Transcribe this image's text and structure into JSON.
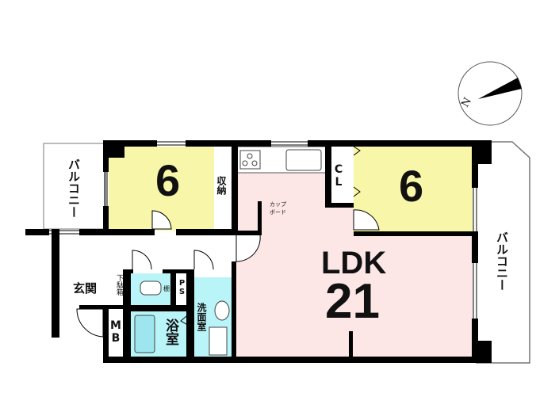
{
  "floor_plan": {
    "rooms": {
      "western_room_left": {
        "size": "6"
      },
      "western_room_right": {
        "size": "6"
      },
      "ldk": {
        "label": "LDK",
        "size": "21"
      },
      "storage": {
        "label": "収納"
      },
      "closet": {
        "label": "CL"
      },
      "cupboard": {
        "label_line1": "カップ",
        "label_line2": "ボード"
      },
      "entrance": {
        "label": "玄関"
      },
      "shoe_box": {
        "label": "下駄箱"
      },
      "toilet_shelf": {
        "label": "棚"
      },
      "pipe_space": {
        "label": "PS"
      },
      "washroom": {
        "label": "洗面室"
      },
      "bathroom": {
        "label": "浴室"
      },
      "meter_box": {
        "label": "MB"
      },
      "balcony_left": {
        "label": "バルコニー"
      },
      "balcony_right": {
        "label": "バルコニー"
      }
    },
    "compass": {
      "label": "N"
    },
    "colors": {
      "western_room": "#f8f6a8",
      "ldk": "#fde6e6",
      "wet_area": "#b9f4f8",
      "wall": "#000000"
    }
  }
}
